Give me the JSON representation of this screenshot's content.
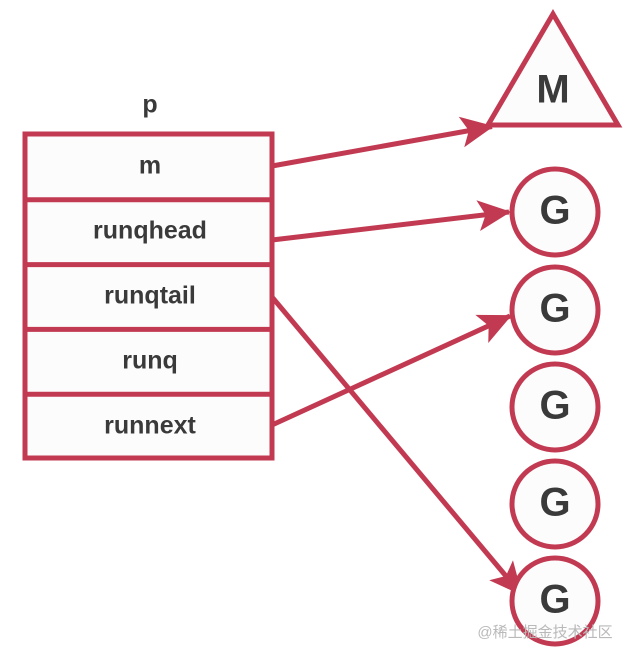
{
  "diagram": {
    "title": "p",
    "background_color": "#ffffff",
    "accent_color": "#c23a52",
    "text_color": "#3a3a3a",
    "watermark": "@稀土掘金技术社区"
  },
  "struct": {
    "name": "p",
    "fields": [
      {
        "label": "m"
      },
      {
        "label": "runqhead"
      },
      {
        "label": "runqtail"
      },
      {
        "label": "runq"
      },
      {
        "label": "runnext"
      }
    ]
  },
  "nodes": {
    "machine": {
      "label": "M",
      "shape": "triangle"
    },
    "goroutines": [
      {
        "label": "G",
        "shape": "circle"
      },
      {
        "label": "G",
        "shape": "circle"
      },
      {
        "label": "G",
        "shape": "circle"
      },
      {
        "label": "G",
        "shape": "circle"
      },
      {
        "label": "G",
        "shape": "circle"
      }
    ]
  },
  "edges": [
    {
      "from": "m",
      "to": "M"
    },
    {
      "from": "runqhead",
      "to": "G1"
    },
    {
      "from": "runqtail",
      "to": "G5"
    },
    {
      "from": "runnext",
      "to": "G2"
    }
  ]
}
